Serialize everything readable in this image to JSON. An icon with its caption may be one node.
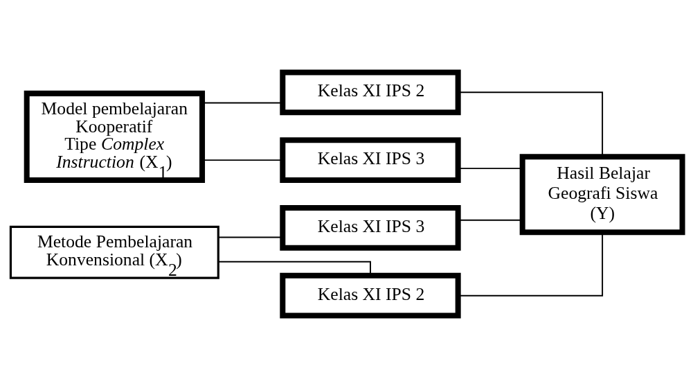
{
  "diagram": {
    "nodes": [
      {
        "text": [
          "Model pembelajaran Kooperatif Tipe *Complex Instruction* (X$_{1}$)"
        ]
      },
      {
        "text": [
          "Kelas XI IPS 2"
        ]
      },
      {
        "text": [
          "Kelas XI IPS 3"
        ]
      },
      {
        "text": [
          "Hasil Belajar Geografi Siswa (Y)"
        ]
      },
      {
        "text": [
          "Metode Pembelajaran Konvensional (X$_{2}$)"
        ]
      },
      {
        "text": [
          "Kelas XI IPS 3"
        ]
      },
      {
        "text": [
          "Kelas XI IPS 2"
        ]
      }
    ],
    "edges": [
      {
        "from": 0,
        "to": 1,
        "arrow": "none"
      },
      {
        "from": 0,
        "to": 2,
        "arrow": "none"
      },
      {
        "from": 1,
        "to": 3,
        "arrow": "none"
      },
      {
        "from": 2,
        "to": 3,
        "arrow": "none"
      },
      {
        "from": 4,
        "to": 5,
        "arrow": "none"
      },
      {
        "from": 4,
        "to": 6,
        "arrow": "none"
      },
      {
        "from": 5,
        "to": 3,
        "arrow": "none"
      },
      {
        "from": 6,
        "to": 3,
        "arrow": "none"
      }
    ]
  }
}
